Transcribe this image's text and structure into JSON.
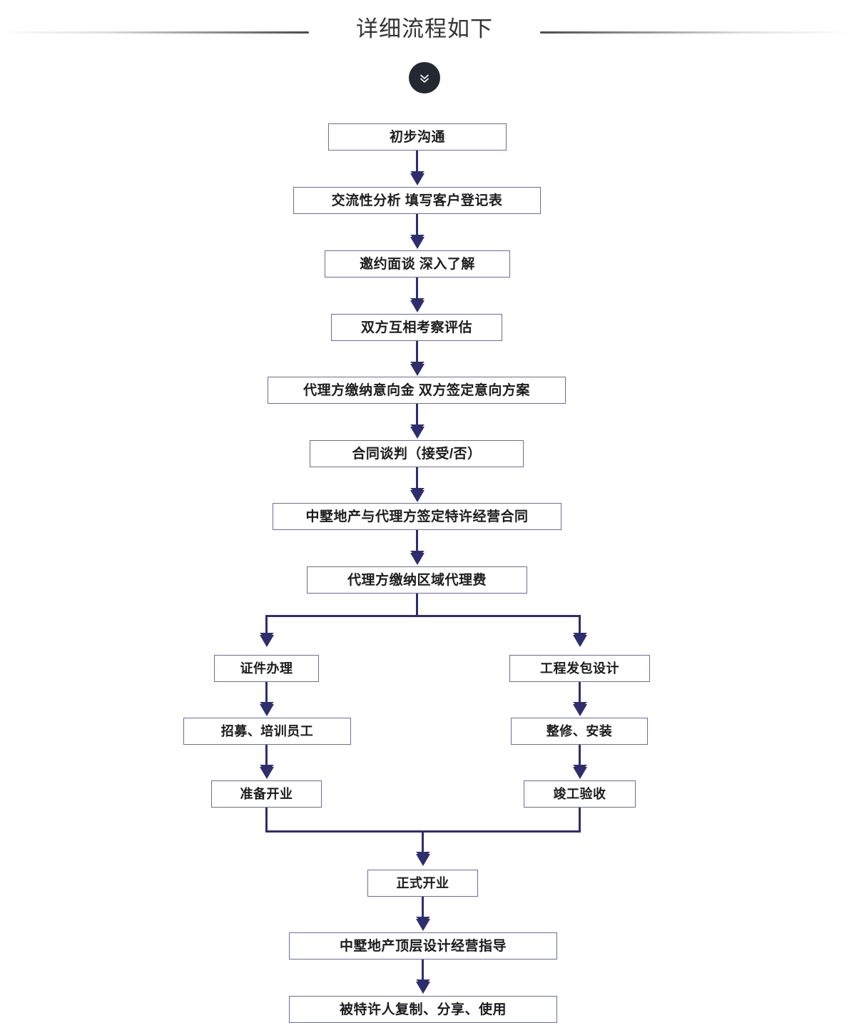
{
  "header": {
    "title": "详细流程如下",
    "left_rule": "gradient-rule-left",
    "right_rule": "gradient-rule-right",
    "scroll_badge_icon": "double-chevron-down-icon",
    "badge_color": "#242831"
  },
  "theme": {
    "box_border": "#6c6ca0",
    "connector": "#2e2e6e",
    "text": "#1c1c1c",
    "title_text": "#333333",
    "background": "#ffffff"
  },
  "flowchart": {
    "type": "flowchart",
    "orientation": "top-to-bottom",
    "main_chain": [
      {
        "id": "n1",
        "label": "初步沟通"
      },
      {
        "id": "n2",
        "label": "交流性分析 填写客户登记表"
      },
      {
        "id": "n3",
        "label": "邀约面谈  深入了解"
      },
      {
        "id": "n4",
        "label": "双方互相考察评估"
      },
      {
        "id": "n5",
        "label": "代理方缴纳意向金 双方签定意向方案"
      },
      {
        "id": "n6",
        "label": "合同谈判（接受/否）"
      },
      {
        "id": "n7",
        "label": "中墅地产与代理方签定特许经营合同"
      },
      {
        "id": "n8",
        "label": "代理方缴纳区域代理费"
      }
    ],
    "branch_left": [
      {
        "id": "l1",
        "label": "证件办理"
      },
      {
        "id": "l2",
        "label": "招募、培训员工"
      },
      {
        "id": "l3",
        "label": "准备开业"
      }
    ],
    "branch_right": [
      {
        "id": "r1",
        "label": "工程发包设计"
      },
      {
        "id": "r2",
        "label": "整修、安装"
      },
      {
        "id": "r3",
        "label": "竣工验收"
      }
    ],
    "tail_chain": [
      {
        "id": "t1",
        "label": "正式开业"
      },
      {
        "id": "t2",
        "label": "中墅地产顶层设计经营指导"
      },
      {
        "id": "t3",
        "label": "被特许人复制、分享、使用"
      }
    ],
    "edges": [
      {
        "from": "n1",
        "to": "n2"
      },
      {
        "from": "n2",
        "to": "n3"
      },
      {
        "from": "n3",
        "to": "n4"
      },
      {
        "from": "n4",
        "to": "n5"
      },
      {
        "from": "n5",
        "to": "n6"
      },
      {
        "from": "n6",
        "to": "n7"
      },
      {
        "from": "n7",
        "to": "n8"
      },
      {
        "from": "n8",
        "to": "l1"
      },
      {
        "from": "n8",
        "to": "r1"
      },
      {
        "from": "l1",
        "to": "l2"
      },
      {
        "from": "l2",
        "to": "l3"
      },
      {
        "from": "r1",
        "to": "r2"
      },
      {
        "from": "r2",
        "to": "r3"
      },
      {
        "from": "l3",
        "to": "t1"
      },
      {
        "from": "r3",
        "to": "t1"
      },
      {
        "from": "t1",
        "to": "t2"
      },
      {
        "from": "t2",
        "to": "t3"
      }
    ]
  }
}
